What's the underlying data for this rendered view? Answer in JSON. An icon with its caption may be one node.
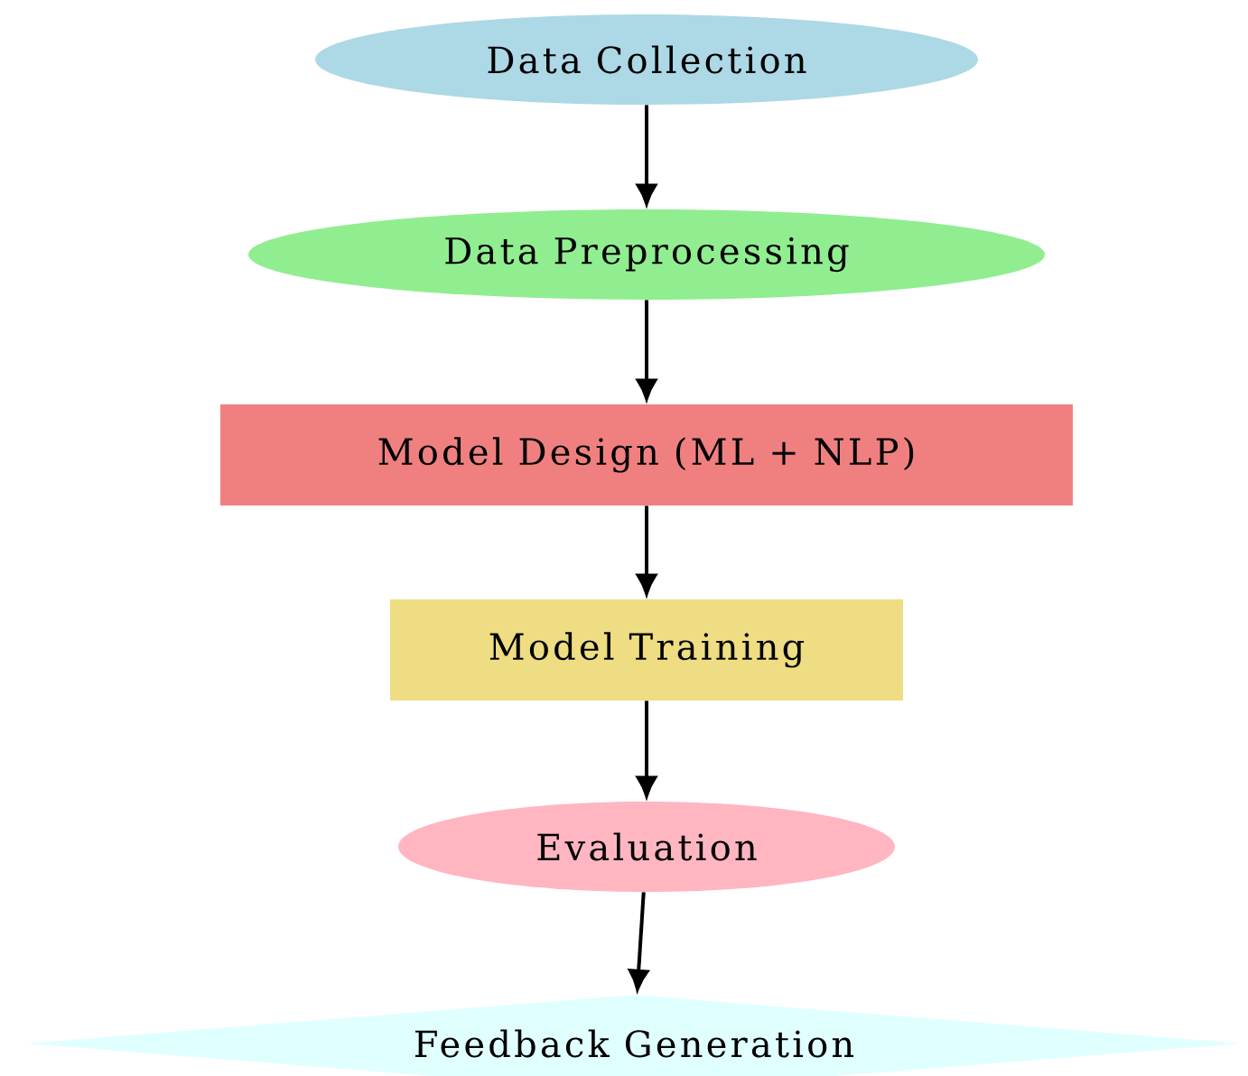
{
  "diagram": {
    "nodes": [
      {
        "text": [
          "Data Collection"
        ]
      },
      {
        "text": [
          "Data Preprocessing"
        ]
      },
      {
        "text": [
          "Model Design (ML + NLP)"
        ]
      },
      {
        "text": [
          "Model Training"
        ]
      },
      {
        "text": [
          "Evaluation"
        ]
      },
      {
        "text": [
          "Feedback Generation"
        ]
      }
    ],
    "edges": [
      {
        "from": 0,
        "to": 1,
        "arrow": "to"
      },
      {
        "from": 1,
        "to": 2,
        "arrow": "to"
      },
      {
        "from": 2,
        "to": 3,
        "arrow": "to"
      },
      {
        "from": 3,
        "to": 4,
        "arrow": "to"
      },
      {
        "from": 4,
        "to": 5,
        "arrow": "to"
      }
    ]
  }
}
